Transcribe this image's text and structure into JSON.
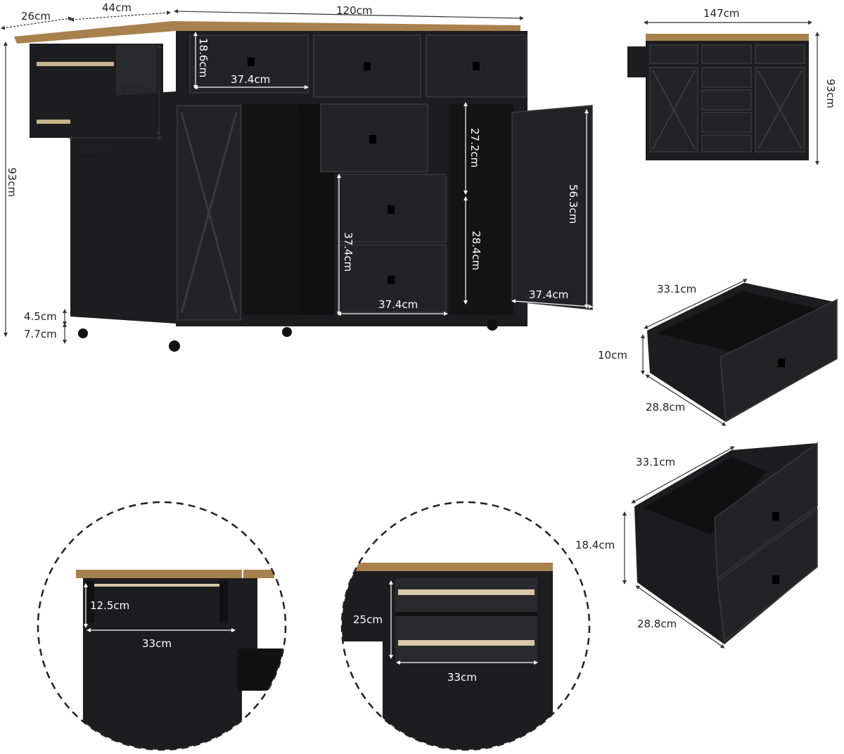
{
  "dimensions": {
    "main_depth": "26cm",
    "main_depth2": "44cm",
    "main_width": "120cm",
    "top_drawer_height": "18.6cm",
    "top_drawer_width": "37.4cm",
    "rack_height": "25cm",
    "rack_width": "30cm",
    "overall_height": "93cm",
    "mid_drawer_height": "27.2cm",
    "door_height": "56.3cm",
    "lower_drawer_height": "37.4cm",
    "lower_drawer_width": "37.4cm",
    "lower_shelf_height": "28.4cm",
    "door_width": "37.4cm",
    "base_gap": "4.5cm",
    "wheel_height": "7.7cm",
    "front_width": "147cm",
    "front_height": "93cm",
    "small_drawer_depth": "33.1cm",
    "small_drawer_height": "10cm",
    "small_drawer_width": "28.8cm",
    "large_drawer_depth": "33.1cm",
    "large_drawer_height": "18.4cm",
    "large_drawer_width": "28.8cm",
    "towel_bar_height": "12.5cm",
    "towel_bar_width": "33cm",
    "spice_rack_height": "25cm",
    "spice_rack_width": "33cm"
  },
  "colors": {
    "cabinet": "#1d1d1f",
    "countertop": "#a8814f",
    "dashed_outline": "#222222"
  }
}
